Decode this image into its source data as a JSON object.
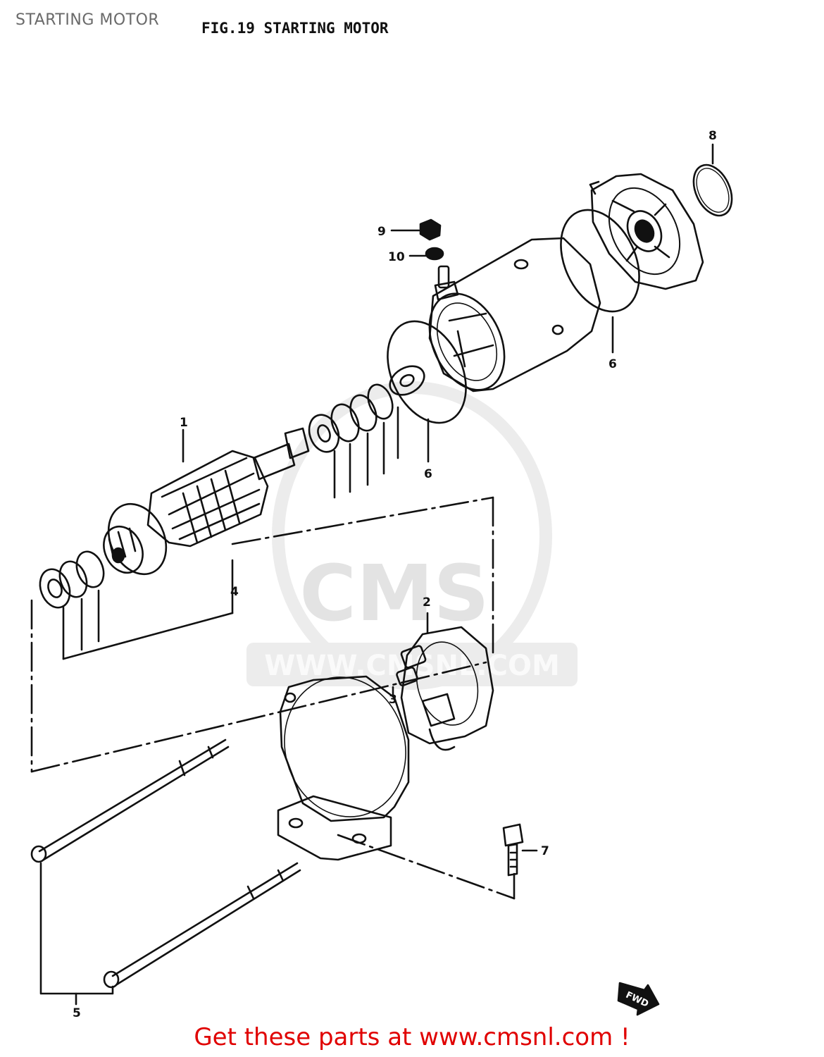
{
  "header": {
    "page_title": "STARTING MOTOR"
  },
  "figure": {
    "title": "FIG.19  STARTING MOTOR"
  },
  "labels": {
    "p1": "1",
    "p2": "2",
    "p3": "3",
    "p4": "4",
    "p5": "5",
    "p6a": "6",
    "p6b": "6",
    "p7": "7",
    "p8": "8",
    "p9": "9",
    "p10": "10"
  },
  "watermark": {
    "brand": "CMS",
    "url": "WWW.CMSNL.COM"
  },
  "fwd_marker": "FWD",
  "footer": {
    "link_text": "Get these parts at www.cmsnl.com !"
  },
  "colors": {
    "ink": "#111111",
    "footer_link": "#e00000",
    "watermark": "#e3e3e3"
  }
}
